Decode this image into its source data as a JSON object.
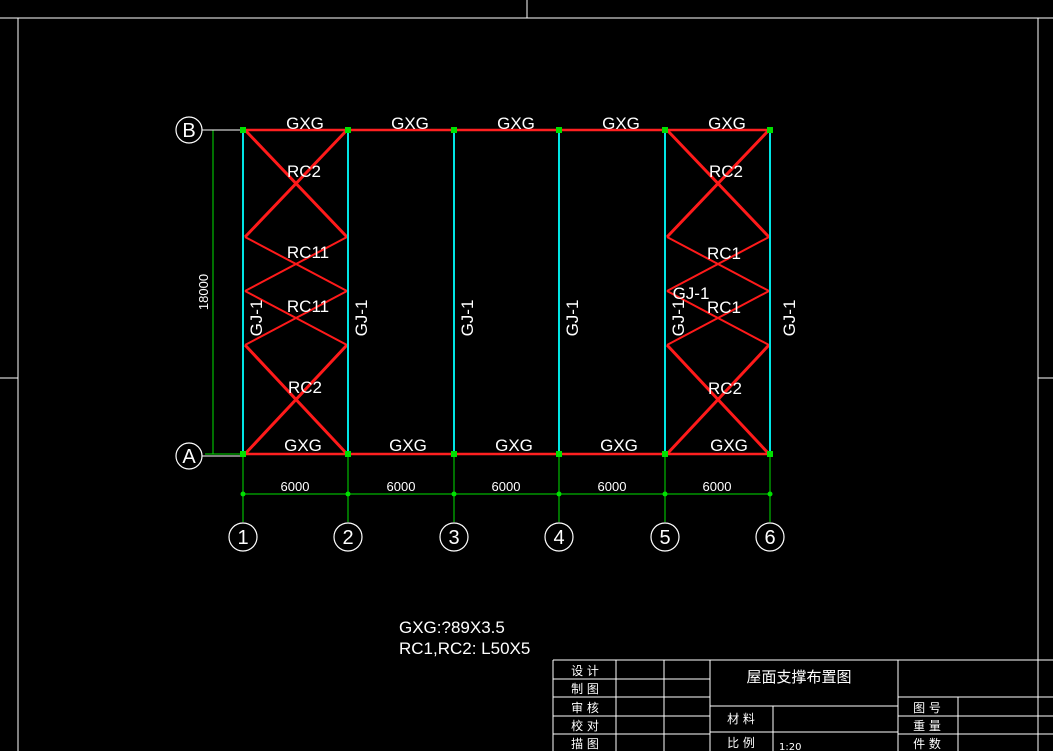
{
  "axes": {
    "rows": [
      {
        "label": "B"
      },
      {
        "label": "A"
      }
    ],
    "cols": [
      {
        "label": "1"
      },
      {
        "label": "2"
      },
      {
        "label": "3"
      },
      {
        "label": "4"
      },
      {
        "label": "5"
      },
      {
        "label": "6"
      }
    ]
  },
  "dimensions": {
    "bays": [
      "6000",
      "6000",
      "6000",
      "6000",
      "6000"
    ],
    "height": "18000"
  },
  "member_labels": {
    "top_beams": [
      "GXG",
      "GXG",
      "GXG",
      "GXG",
      "GXG"
    ],
    "bottom_beams": [
      "GXG",
      "GXG",
      "GXG",
      "GXG",
      "GXG"
    ],
    "frames": [
      "GJ-1",
      "GJ-1",
      "GJ-1",
      "GJ-1",
      "GJ-1",
      "GJ-1"
    ],
    "bay1_braces": [
      "RC2",
      "RC11",
      "RC11",
      "RC2"
    ],
    "bay5_braces": [
      "RC2",
      "RC1",
      "RC1",
      "RC2"
    ],
    "bay5_frame_note": "GJ-1"
  },
  "notes": {
    "line1": "GXG:?89X3.5",
    "line2": "RC1,RC2: L50X5"
  },
  "title_block": {
    "left_labels": [
      "设  计",
      "制  图",
      "审  核",
      "校  对",
      "描  图"
    ],
    "drawing_title": "屋面支撑布置图",
    "material_label": "材  料",
    "scale_label": "比  例",
    "scale_value": "1:20",
    "right_labels": [
      "图  号",
      "重  量",
      "件  数"
    ]
  },
  "colors": {
    "beam": "#ff2020",
    "brace": "#ff1a1a",
    "column": "#00e5e5",
    "dimension": "#00e000",
    "text": "#ffffff",
    "frame": "#ffffff"
  }
}
